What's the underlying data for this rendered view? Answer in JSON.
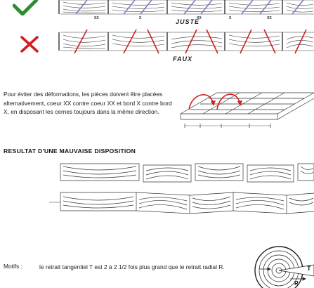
{
  "correct_row": {
    "mark": "check-mark-icon",
    "label": "JUSTE",
    "tags": [
      "XX",
      "X",
      "XX",
      "X",
      "XX"
    ],
    "check_color": "#2e8b2e",
    "stroke_color": "#8a76c8"
  },
  "wrong_row": {
    "mark": "cross-mark-icon",
    "label": "FAUX",
    "cross_color": "#d01f1f",
    "stroke_color": "#d01f1f"
  },
  "explanation": "Pour éviter des déformations, les pièces doivent être placées alternativement, coeur XX contre coeur XX et bord X contre bord X, en disposant les cernes toujours dans la même direction.",
  "bad_layout": {
    "heading": "RESULTAT D'UNE MAUVAISE DISPOSITION"
  },
  "motifs": {
    "label": "Motifs :",
    "text": "le retrait tangentiel T est 2 à 2 1/2 fois plus grand que le retrait radial R."
  },
  "log_section": {
    "labels": [
      "T",
      "R"
    ]
  }
}
